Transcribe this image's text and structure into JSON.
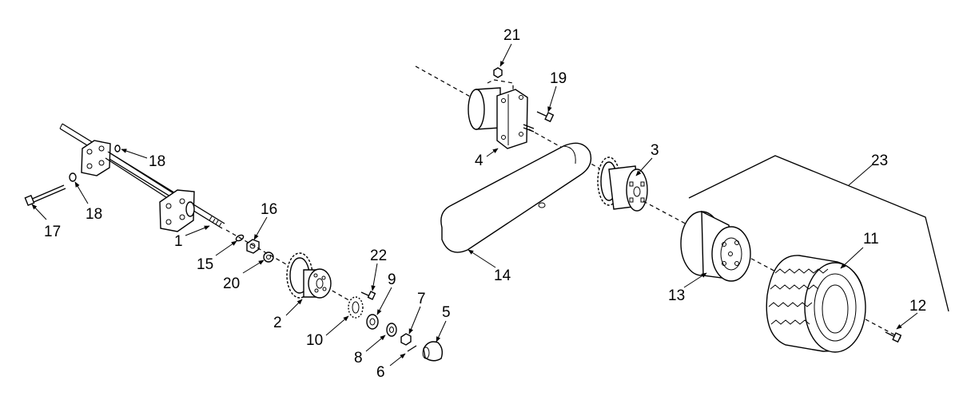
{
  "parts": [
    {
      "id": "p1",
      "label": "1"
    },
    {
      "id": "p2",
      "label": "2"
    },
    {
      "id": "p3",
      "label": "3"
    },
    {
      "id": "p4",
      "label": "4"
    },
    {
      "id": "p5",
      "label": "5"
    },
    {
      "id": "p6",
      "label": "6"
    },
    {
      "id": "p7",
      "label": "7"
    },
    {
      "id": "p8",
      "label": "8"
    },
    {
      "id": "p9",
      "label": "9"
    },
    {
      "id": "p10",
      "label": "10"
    },
    {
      "id": "p11",
      "label": "11"
    },
    {
      "id": "p12",
      "label": "12"
    },
    {
      "id": "p13",
      "label": "13"
    },
    {
      "id": "p14",
      "label": "14"
    },
    {
      "id": "p15",
      "label": "15"
    },
    {
      "id": "p16",
      "label": "16"
    },
    {
      "id": "p17",
      "label": "17"
    },
    {
      "id": "p18a",
      "label": "18"
    },
    {
      "id": "p18b",
      "label": "18"
    },
    {
      "id": "p19",
      "label": "19"
    },
    {
      "id": "p20",
      "label": "20"
    },
    {
      "id": "p21",
      "label": "21"
    },
    {
      "id": "p22",
      "label": "22"
    },
    {
      "id": "p23",
      "label": "23"
    }
  ]
}
